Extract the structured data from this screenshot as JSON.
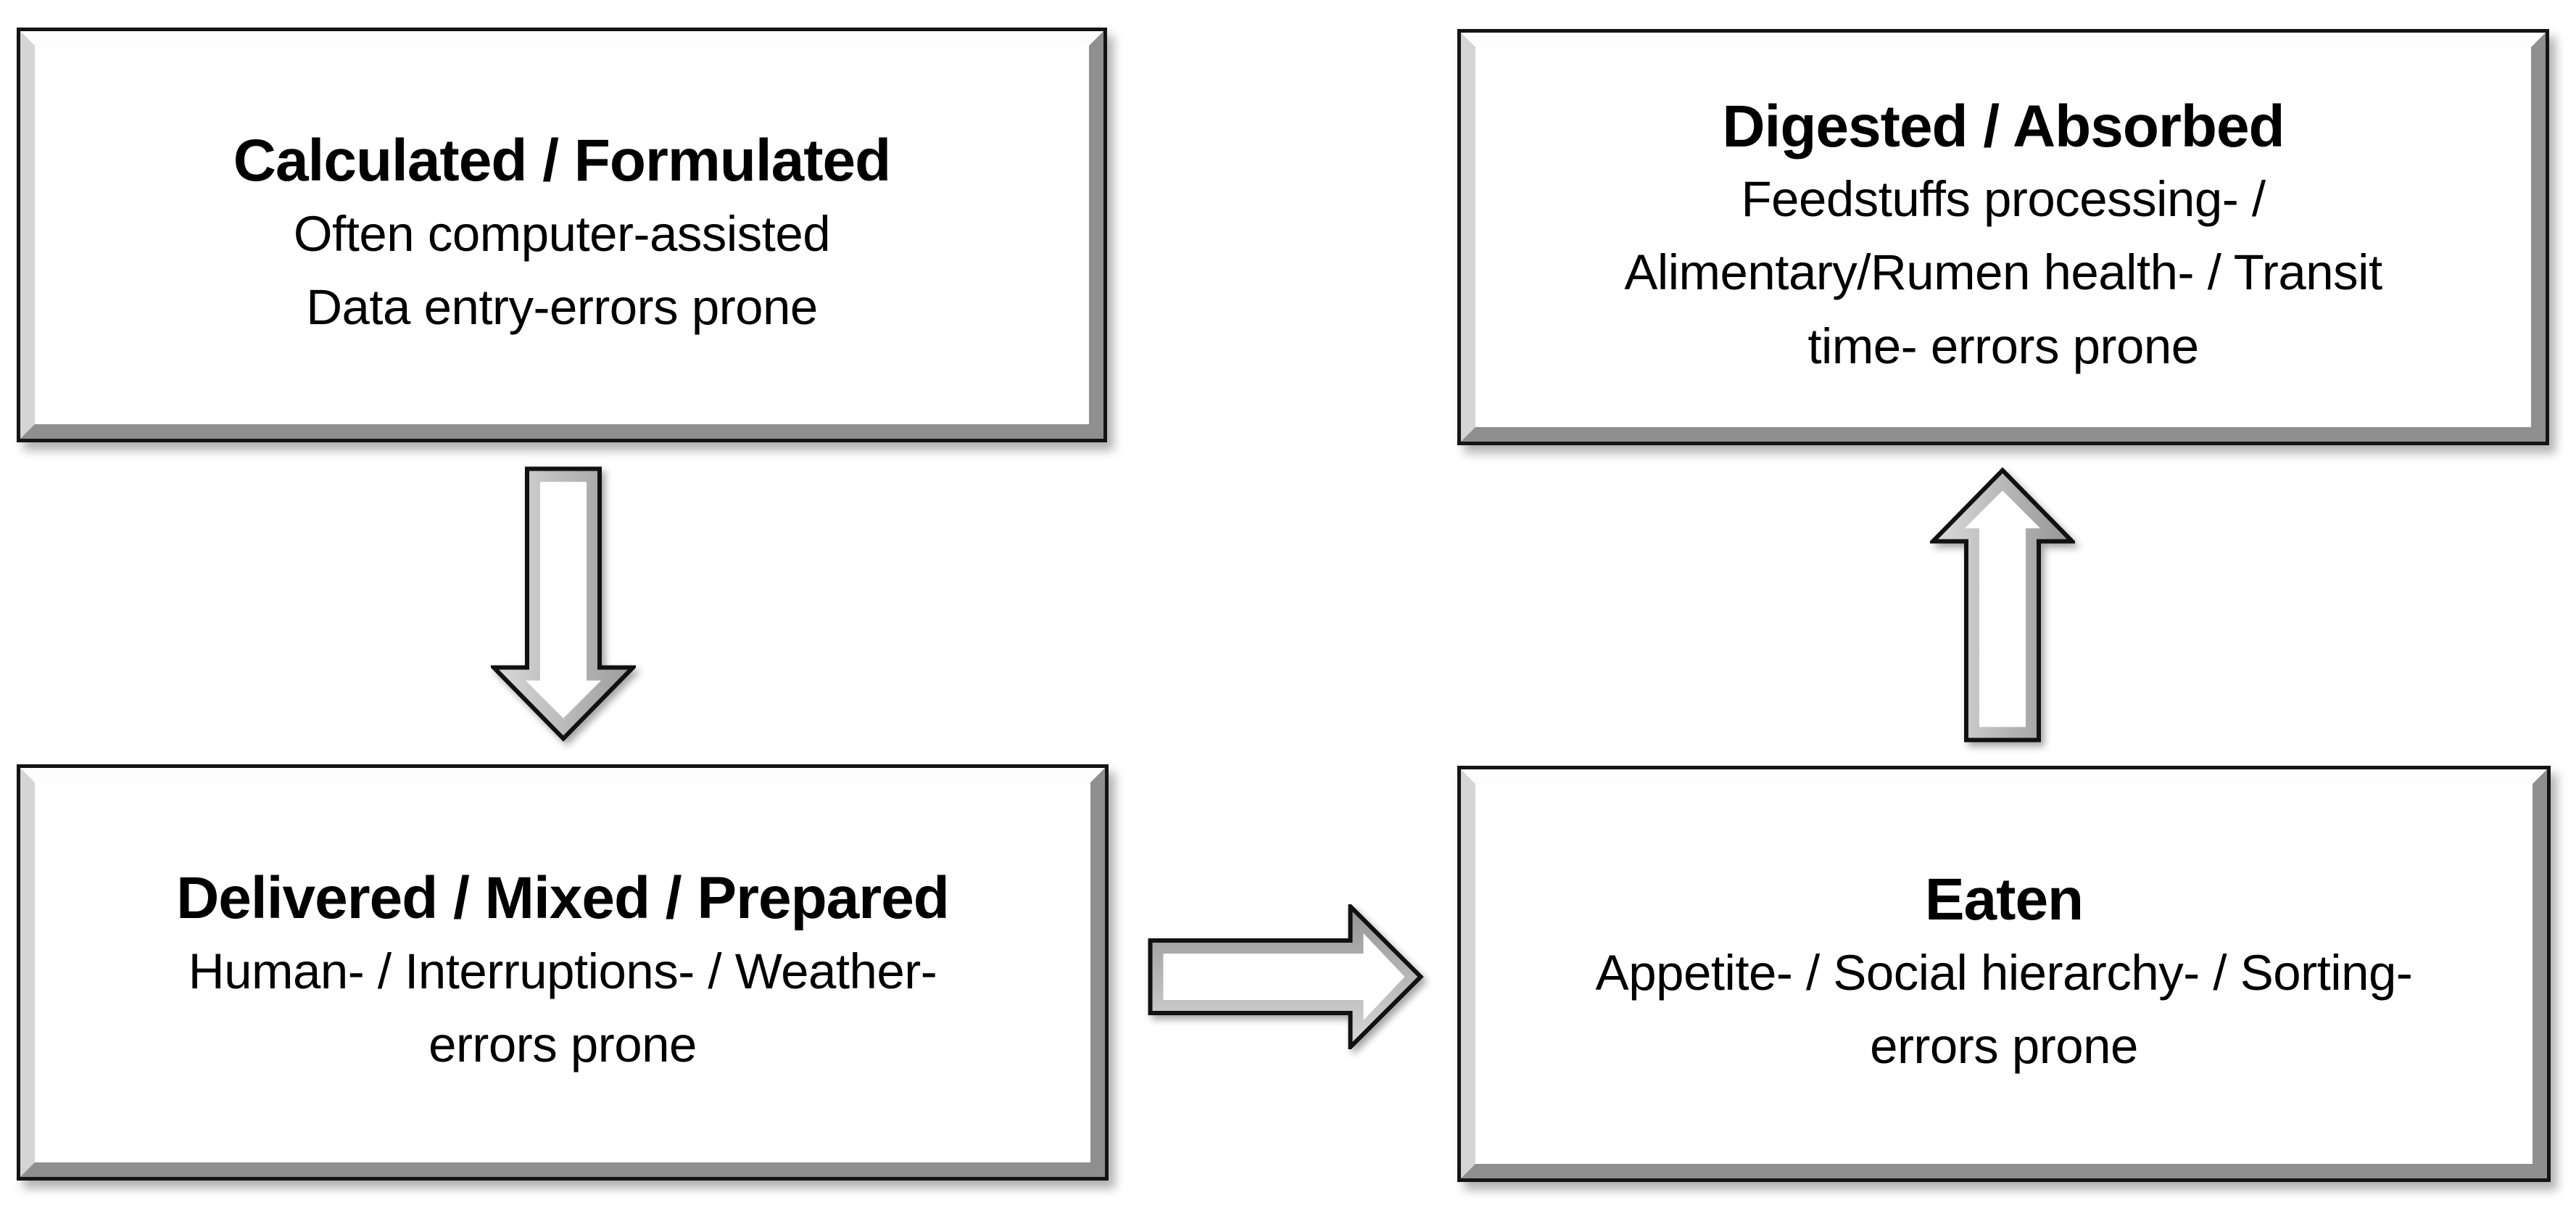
{
  "diagram": {
    "boxes": [
      {
        "id": "calculated-formulated",
        "title": "Calculated / Formulated",
        "lines": [
          "Often computer-assisted",
          "Data entry-errors prone"
        ]
      },
      {
        "id": "digested-absorbed",
        "title": "Digested / Absorbed",
        "lines": [
          "Feedstuffs processing- /",
          "Alimentary/Rumen health- / Transit",
          "time- errors prone"
        ]
      },
      {
        "id": "delivered-mixed-prepared",
        "title": "Delivered / Mixed / Prepared",
        "lines": [
          "Human- / Interruptions- / Weather-",
          "errors prone"
        ]
      },
      {
        "id": "eaten",
        "title": "Eaten",
        "lines": [
          "Appetite- / Social hierarchy- / Sorting-",
          "errors prone"
        ]
      }
    ],
    "arrows": [
      {
        "icon": "down-arrow-icon",
        "direction": "down",
        "from": "Calculated / Formulated",
        "to": "Delivered / Mixed / Prepared"
      },
      {
        "icon": "right-arrow-icon",
        "direction": "right",
        "from": "Delivered / Mixed / Prepared",
        "to": "Eaten"
      },
      {
        "icon": "up-arrow-icon",
        "direction": "up",
        "from": "Eaten",
        "to": "Digested / Absorbed"
      }
    ],
    "colors": {
      "box_border": "#141414",
      "bevel_light": "#d5d5d5",
      "bevel_dark": "#8f8f8f",
      "arrow_outline": "#111111",
      "background": "#ffffff",
      "text": "#000000"
    }
  }
}
